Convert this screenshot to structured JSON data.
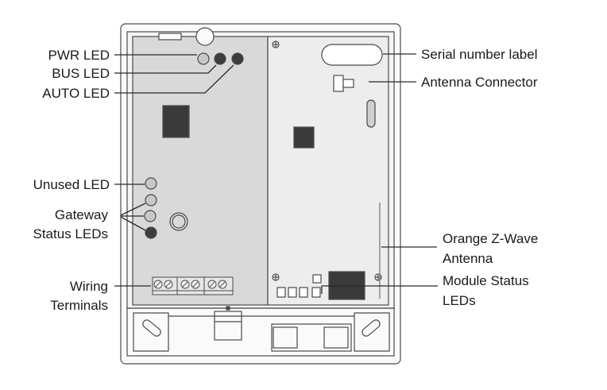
{
  "labels": {
    "pwr_led": "PWR LED",
    "bus_led": "BUS LED",
    "auto_led": "AUTO LED",
    "unused_led": "Unused LED",
    "gateway_status_leds": [
      "Gateway",
      "Status LEDs"
    ],
    "wiring_terminals": [
      "Wiring",
      "Terminals"
    ],
    "serial_number_label": "Serial number label",
    "antenna_connector": "Antenna Connector",
    "orange_zwave_antenna": [
      "Orange Z-Wave",
      "Antenna"
    ],
    "module_status_leds": [
      "Module Status",
      "LEDs"
    ]
  },
  "colors": {
    "outline": "#4a4a4a",
    "left_board": "#d9d9d9",
    "right_board": "#ededed",
    "chip": "#3a3a3a",
    "led_dark": "#3d3d3d",
    "led_light": "#c8c8c8",
    "leader": "#2a2a2a"
  }
}
